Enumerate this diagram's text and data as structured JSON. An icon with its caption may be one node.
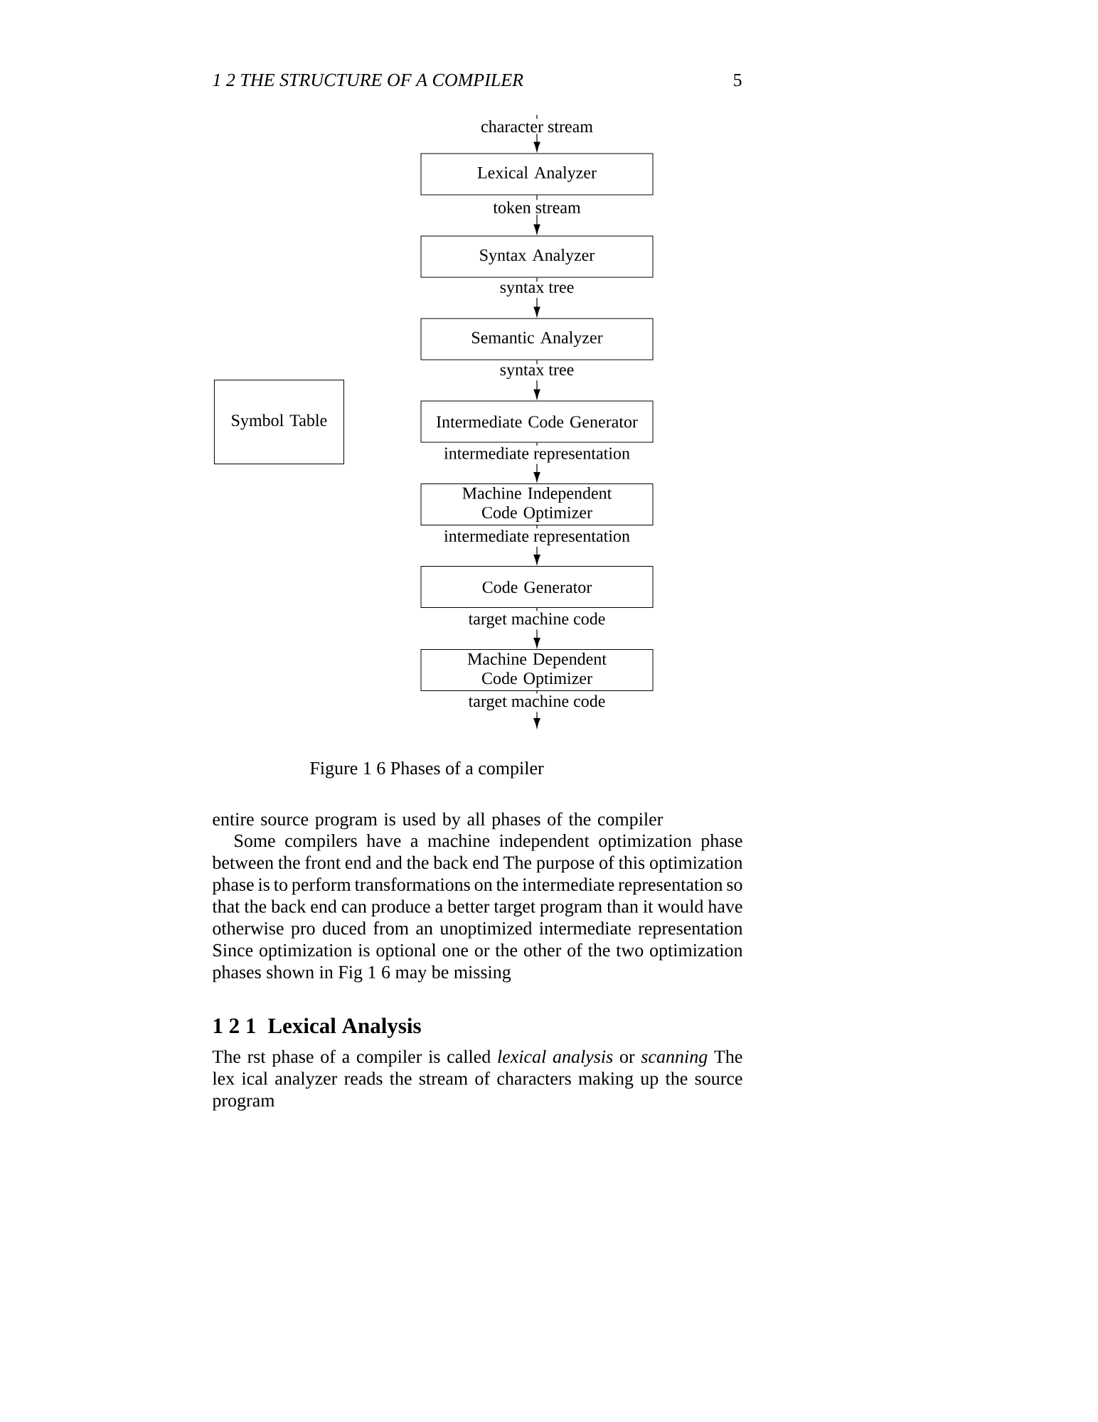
{
  "diagram": {
    "caption": "Figure 1 6 Phases of a compiler",
    "nodes": [
      {
        "text": [
          "Lexical Analyzer"
        ]
      },
      {
        "text": [
          "Syntax Analyzer"
        ]
      },
      {
        "text": [
          "Semantic Analyzer"
        ]
      },
      {
        "text": [
          "Intermediate Code Generator"
        ]
      },
      {
        "text": [
          "Machine Independent Code Optimizer"
        ]
      },
      {
        "text": [
          "Code Generator"
        ]
      },
      {
        "text": [
          "Machine Dependent Code Optimizer"
        ]
      },
      {
        "text": [
          "Symbol Table"
        ]
      }
    ],
    "edges": [
      {
        "from": null,
        "to": 0,
        "arrow": "to",
        "label": "character stream"
      },
      {
        "from": 0,
        "to": 1,
        "arrow": "to",
        "label": "token stream"
      },
      {
        "from": 1,
        "to": 2,
        "arrow": "to",
        "label": "syntax tree"
      },
      {
        "from": 2,
        "to": 3,
        "arrow": "to",
        "label": "syntax tree"
      },
      {
        "from": 3,
        "to": 4,
        "arrow": "to",
        "label": "intermediate representation"
      },
      {
        "from": 4,
        "to": 5,
        "arrow": "to",
        "label": "intermediate representation"
      },
      {
        "from": 5,
        "to": 6,
        "arrow": "to",
        "label": "target machine code"
      },
      {
        "from": 6,
        "to": null,
        "arrow": "to",
        "label": "target machine code"
      }
    ],
    "labels": [
      "1 2 THE STRUCTURE OF A COMPILER",
      "5",
      "entire source program is used by all phases of the compiler",
      "Some compilers have a machine independent optimization phase between the front end and the back end The purpose of this optimization phase is to perform transformations on the intermediate representation so that the back end can produce a better target program than it would have otherwise pro duced from an unoptimized intermediate representation Since optimization is optional one or the other of the two optimization phases shown in Fig 1 6 may be missing",
      "1 2 1",
      "Lexical Analysis",
      "The rst phase of a compiler is called *lexical analysis* or *scanning* The lex ical analyzer reads the stream of characters making up the source program"
    ]
  }
}
